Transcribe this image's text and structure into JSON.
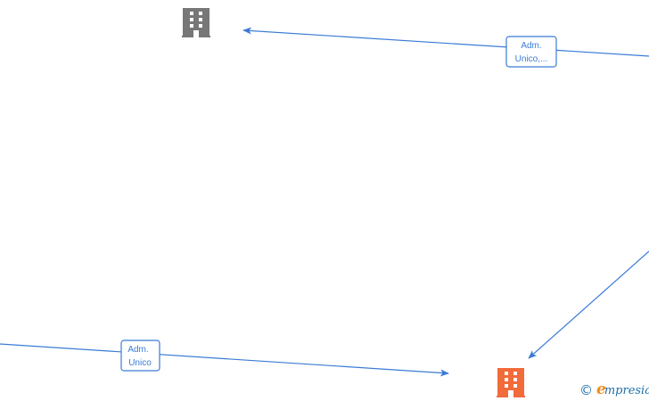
{
  "diagram": {
    "colors": {
      "edge": "#3a7bd5",
      "company_node": "#777777",
      "highlighted_company_node": "#f26b3a"
    },
    "nodes": [
      {
        "id": "company-top",
        "icon": "building-icon",
        "color": "#777777"
      },
      {
        "id": "company-bottom",
        "icon": "building-icon",
        "color": "#f26b3a"
      }
    ],
    "edges": [
      {
        "id": "edge-top",
        "label_lines": [
          "Adm.",
          "Unico,..."
        ]
      },
      {
        "id": "edge-bottom-left",
        "label_lines": [
          "Adm.",
          "Unico"
        ]
      },
      {
        "id": "edge-right"
      }
    ]
  },
  "watermark": {
    "symbol": "©",
    "brand_initial": "e",
    "brand_rest": "mpresia",
    "colors": {
      "symbol": "#1f6fa8",
      "initial": "#f28c1c",
      "rest": "#1f6fa8"
    }
  }
}
